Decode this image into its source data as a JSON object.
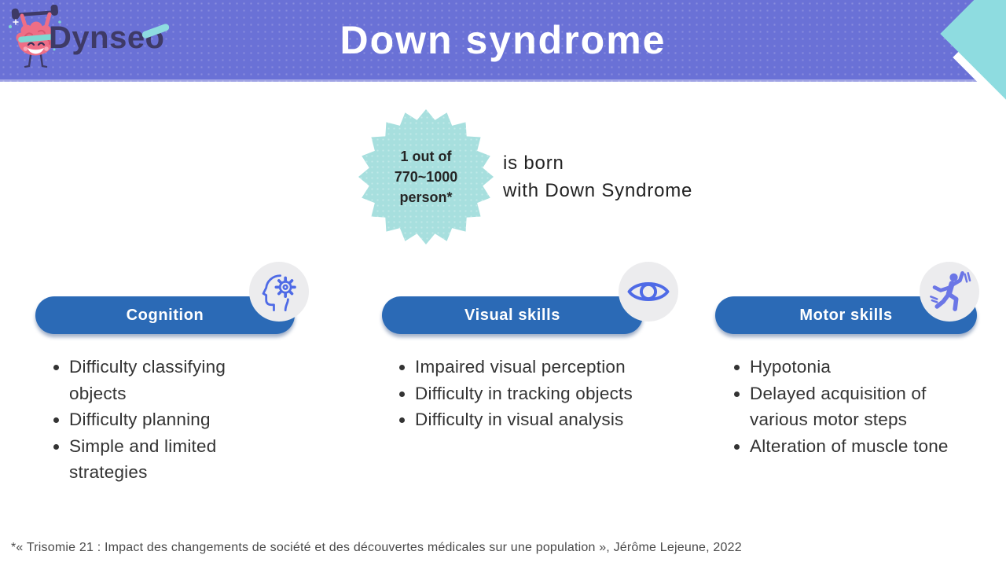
{
  "header": {
    "title": "Down syndrome",
    "logo_text": "Dynseo"
  },
  "stat": {
    "badge_lines": [
      "1 out of",
      "770~1000",
      "person*"
    ],
    "caption_line1": "is born",
    "caption_line2": "with Down Syndrome"
  },
  "columns": [
    {
      "title": "Cognition",
      "icon": "head-gear-icon",
      "bullets": [
        "Difficulty classifying objects",
        "Difficulty planning",
        "Simple and limited strategies"
      ]
    },
    {
      "title": "Visual skills",
      "icon": "eye-icon",
      "bullets": [
        "Impaired visual perception",
        "Difficulty in tracking objects",
        "Difficulty in visual analysis"
      ]
    },
    {
      "title": "Motor skills",
      "icon": "dancing-person-icon",
      "bullets": [
        "Hypotonia",
        "Delayed acquisition of various motor steps",
        "Alteration of muscle tone"
      ]
    }
  ],
  "footer": {
    "citation": "*« Trisomie 21 : Impact des changements de société et des découvertes médicales sur une population », Jérôme Lejeune, 2022"
  },
  "colors": {
    "header_bg": "#6A71D6",
    "accent_teal": "#8EDCE0",
    "badge_teal": "#A7DFDE",
    "pill_blue": "#2B6AB6",
    "icon_stroke": "#4E6AE6",
    "icon_circle_bg": "#ECECEE",
    "motor_icon_fill": "#6B76E6",
    "text_dark": "#333333",
    "caption_dark": "#222222",
    "footer_gray": "#4A4A4A",
    "logo_navy": "#3E3A66"
  }
}
